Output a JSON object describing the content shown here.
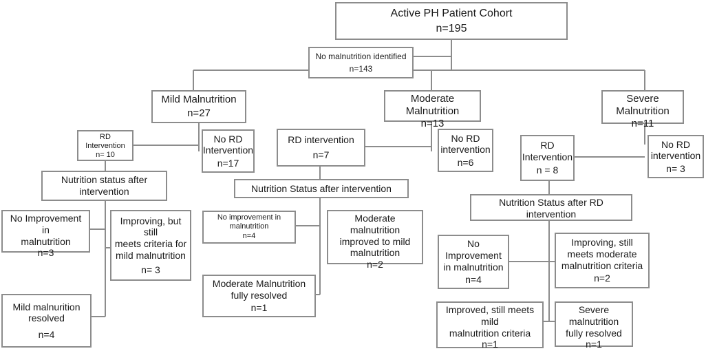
{
  "flowchart": {
    "cohort": {
      "label": "Active PH Patient Cohort",
      "count": "n=195"
    },
    "no_malnutrition": {
      "label": "No malnutrition identified",
      "count": "n=143"
    },
    "mild": {
      "header": {
        "label": "Mild Malnutrition",
        "count": "n=27"
      },
      "rd": {
        "label": "RD Intervention",
        "count": "n= 10"
      },
      "no_rd": {
        "label": "No RD\nIntervention",
        "count": "n=17"
      },
      "status": {
        "label": "Nutrition status after\nintervention"
      },
      "no_improvement": {
        "label": "No Improvement in\nmalnutrition",
        "count": "n=3"
      },
      "improving": {
        "label": "Improving, but still\nmeets criteria for\nmild malnutrition",
        "count": "n= 3"
      },
      "resolved": {
        "label": "Mild malnurition\nresolved",
        "count": "n=4"
      }
    },
    "moderate": {
      "header": {
        "label": "Moderate Malnutrition",
        "count": "n=13"
      },
      "rd": {
        "label": "RD intervention",
        "count": "n=7"
      },
      "no_rd": {
        "label": "No RD\nintervention",
        "count": "n=6"
      },
      "status": {
        "label": "Nutrition Status after intervention"
      },
      "no_improvement": {
        "label": "No improvement in\nmalnutrition",
        "count": "n=4"
      },
      "improved_mild": {
        "label": "Moderate malnutrition\nimproved to mild\nmalnutrition",
        "count": "n=2"
      },
      "resolved": {
        "label": "Moderate Malnutrition\nfully resolved",
        "count": "n=1"
      }
    },
    "severe": {
      "header": {
        "label": "Severe Malnutrition",
        "count": "n=11"
      },
      "rd": {
        "label": "RD\nIntervention",
        "count": "n = 8"
      },
      "no_rd": {
        "label": "No RD\nintervention",
        "count": "n= 3"
      },
      "status": {
        "label": "Nutrition Status after RD intervention"
      },
      "no_improvement": {
        "label": "No Improvement\nin malnutrition",
        "count": "n=4"
      },
      "improving_moderate": {
        "label": "Improving, still\nmeets moderate\nmalnutrition criteria",
        "count": "n=2"
      },
      "improved_mild": {
        "label": "Improved, still meets mild\nmalnutrition criteria",
        "count": "n=1"
      },
      "resolved": {
        "label": "Severe malnutrition\nfully resolved",
        "count": "n=1"
      }
    }
  }
}
